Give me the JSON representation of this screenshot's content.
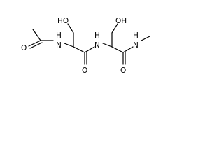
{
  "structure": {
    "atom_labels": {
      "o_acetyl": "O",
      "nh_left": "H",
      "n_left": "N",
      "oh_left": "HO",
      "nh_mid": "H",
      "n_mid": "N",
      "o_amide_left": "O",
      "oh_right": "OH",
      "nh_right": "H",
      "n_right": "N",
      "o_amide_right": "O"
    }
  }
}
